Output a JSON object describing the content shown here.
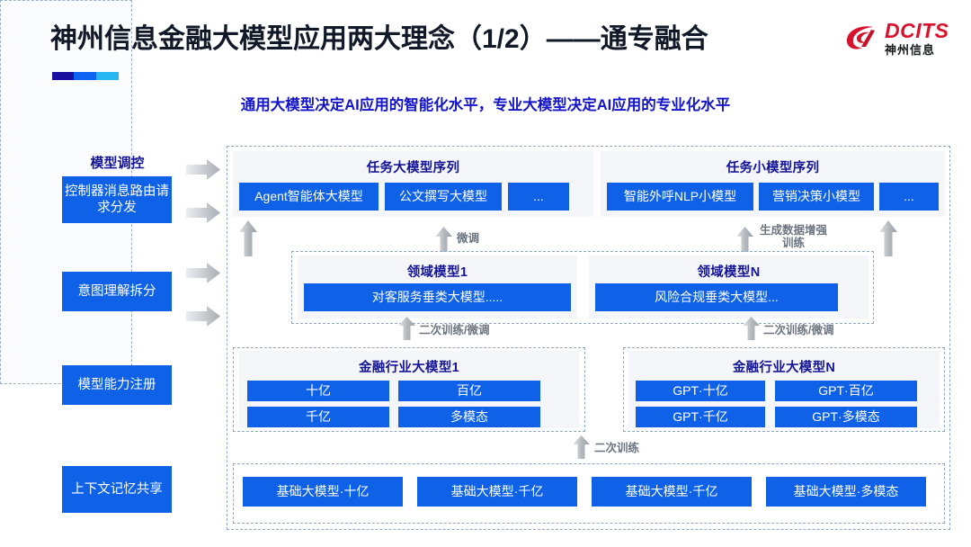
{
  "header": {
    "title": "神州信息金融大模型应用两大理念（1/2）——通专融合",
    "subtitle": "通用大模型决定AI应用的智能化水平，专业大模型决定AI应用的专业化水平",
    "logo_en": "DCITS",
    "logo_cn": "神州信息",
    "accent_colors": [
      "#1a0f9e",
      "#0e63f0",
      "#29b6f0"
    ],
    "title_color": "#111827",
    "subtitle_color": "#1414c8"
  },
  "theme": {
    "box_blue": "#0f62e8",
    "panel_gray": "#f4f6f9",
    "dashed_border": "#8fa8c9",
    "heading_blue": "#141496",
    "arrow_gray": "#b9bec4"
  },
  "sidebar": {
    "title": "模型调控",
    "items": [
      {
        "label": "控制器消息路由请求分发"
      },
      {
        "label": "意图理解拆分"
      },
      {
        "label": "模型能力注册"
      },
      {
        "label": "上下文记忆共享"
      }
    ]
  },
  "task_large": {
    "title": "任务大模型序列",
    "boxes": [
      "Agent智能体大模型",
      "公文撰写大模型",
      "..."
    ]
  },
  "task_small": {
    "title": "任务小模型序列",
    "boxes": [
      "智能外呼NLP小模型",
      "营销决策小模型",
      "..."
    ]
  },
  "domain_models": [
    {
      "title": "领域模型1",
      "box": "对客服务垂类大模型....."
    },
    {
      "title": "领域模型N",
      "box": "风险合规垂类大模型..."
    }
  ],
  "industry_models": [
    {
      "title": "金融行业大模型1",
      "boxes": [
        "十亿",
        "百亿",
        "千亿",
        "多模态"
      ]
    },
    {
      "title": "金融行业大模型N",
      "boxes": [
        "GPT·十亿",
        "GPT·百亿",
        "GPT·千亿",
        "GPT·多模态"
      ]
    }
  ],
  "base_models": {
    "boxes": [
      "基础大模型·十亿",
      "基础大模型·千亿",
      "基础大模型·千亿",
      "基础大模型·多模态"
    ]
  },
  "arrow_labels": {
    "finetune": "微调",
    "data_aug": "生成数据增强\n训练",
    "data_aug_line1": "生成数据增强",
    "data_aug_line2": "训练",
    "retrain_finetune_left": "二次训练/微调",
    "retrain_finetune_right": "二次训练/微调",
    "retrain": "二次训练"
  }
}
